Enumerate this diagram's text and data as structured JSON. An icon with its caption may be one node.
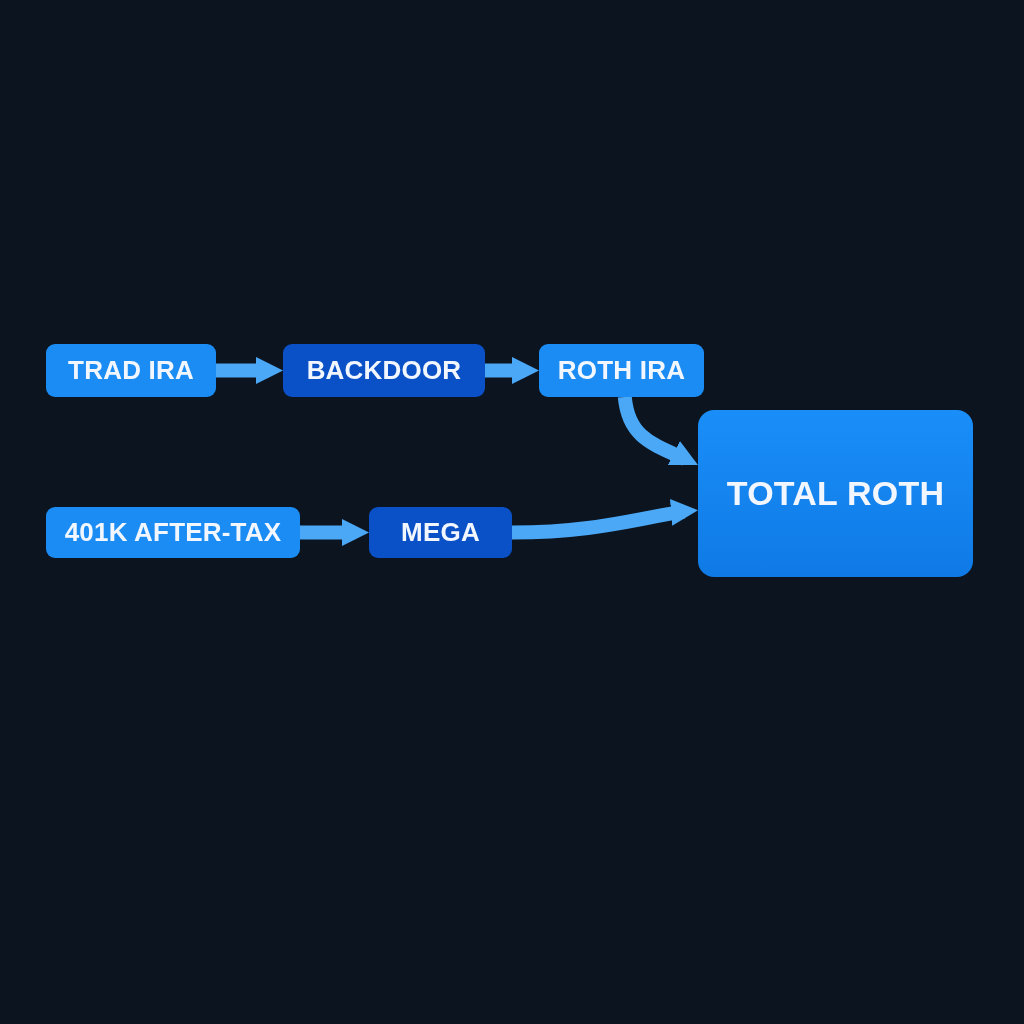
{
  "diagram": {
    "nodes": [
      {
        "text": [
          "TRAD IRA"
        ]
      },
      {
        "text": [
          "BACKDOOR"
        ]
      },
      {
        "text": [
          "ROTH IRA"
        ]
      },
      {
        "text": [
          "401K AFTER-TAX"
        ]
      },
      {
        "text": [
          "MEGA"
        ]
      },
      {
        "text": [
          "TOTAL ROTH"
        ]
      }
    ],
    "edges": [
      {
        "from": 0,
        "to": 1,
        "arrow": "to"
      },
      {
        "from": 1,
        "to": 2,
        "arrow": "to"
      },
      {
        "from": 2,
        "to": 5,
        "arrow": "to"
      },
      {
        "from": 3,
        "to": 4,
        "arrow": "to"
      },
      {
        "from": 4,
        "to": 5,
        "arrow": "to"
      }
    ]
  }
}
